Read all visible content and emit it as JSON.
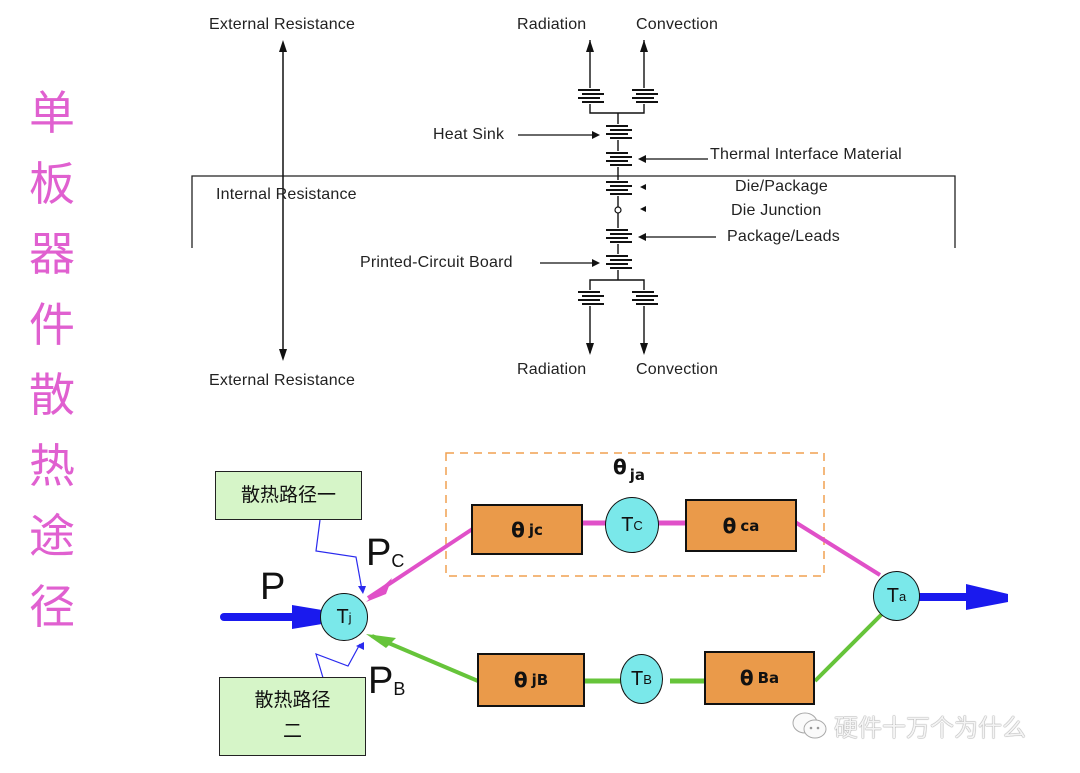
{
  "side_title": [
    "单",
    "板",
    "器",
    "件",
    "散",
    "热",
    "途",
    "径"
  ],
  "thermal_network": {
    "top_external": "External Resistance",
    "bottom_external": "External Resistance",
    "internal": "Internal Resistance",
    "top_radiation": "Radiation",
    "top_convection": "Convection",
    "bottom_radiation": "Radiation",
    "bottom_convection": "Convection",
    "heat_sink": "Heat Sink",
    "thermal_interface": "Thermal Interface Material",
    "die_package": "Die/Package",
    "die_junction": "Die Junction",
    "package_leads": "Package/Leads",
    "pcb": "Printed-Circuit Board"
  },
  "flow": {
    "path_one": "散热路径一",
    "path_two_line1": "散热路径",
    "path_two_line2": "二",
    "p_main": "P",
    "pc_main": "P",
    "pc_sub": "C",
    "pb_main": "P",
    "pb_sub": "B",
    "theta": "θ",
    "ja_sub": "ja",
    "jc_sub": "jc",
    "ca_sub": "ca",
    "jb_sub": "jB",
    "ba_sub": "Ba",
    "tj_main": "T",
    "tj_sub": "j",
    "tc_main": "T",
    "tc_sub": "C",
    "tb_main": "T",
    "tb_sub": "B",
    "ta_main": "T",
    "ta_sub": "a",
    "colors": {
      "case_path": "#e050c8",
      "board_path": "#66c43a",
      "power": "#1a1aee",
      "resistor_fill": "#ea9a4a",
      "node_fill": "#7ae8ea",
      "label_box_fill": "#d6f5c8",
      "dashed_group": "#f0a050"
    }
  },
  "watermark": "硬件十万个为什么"
}
